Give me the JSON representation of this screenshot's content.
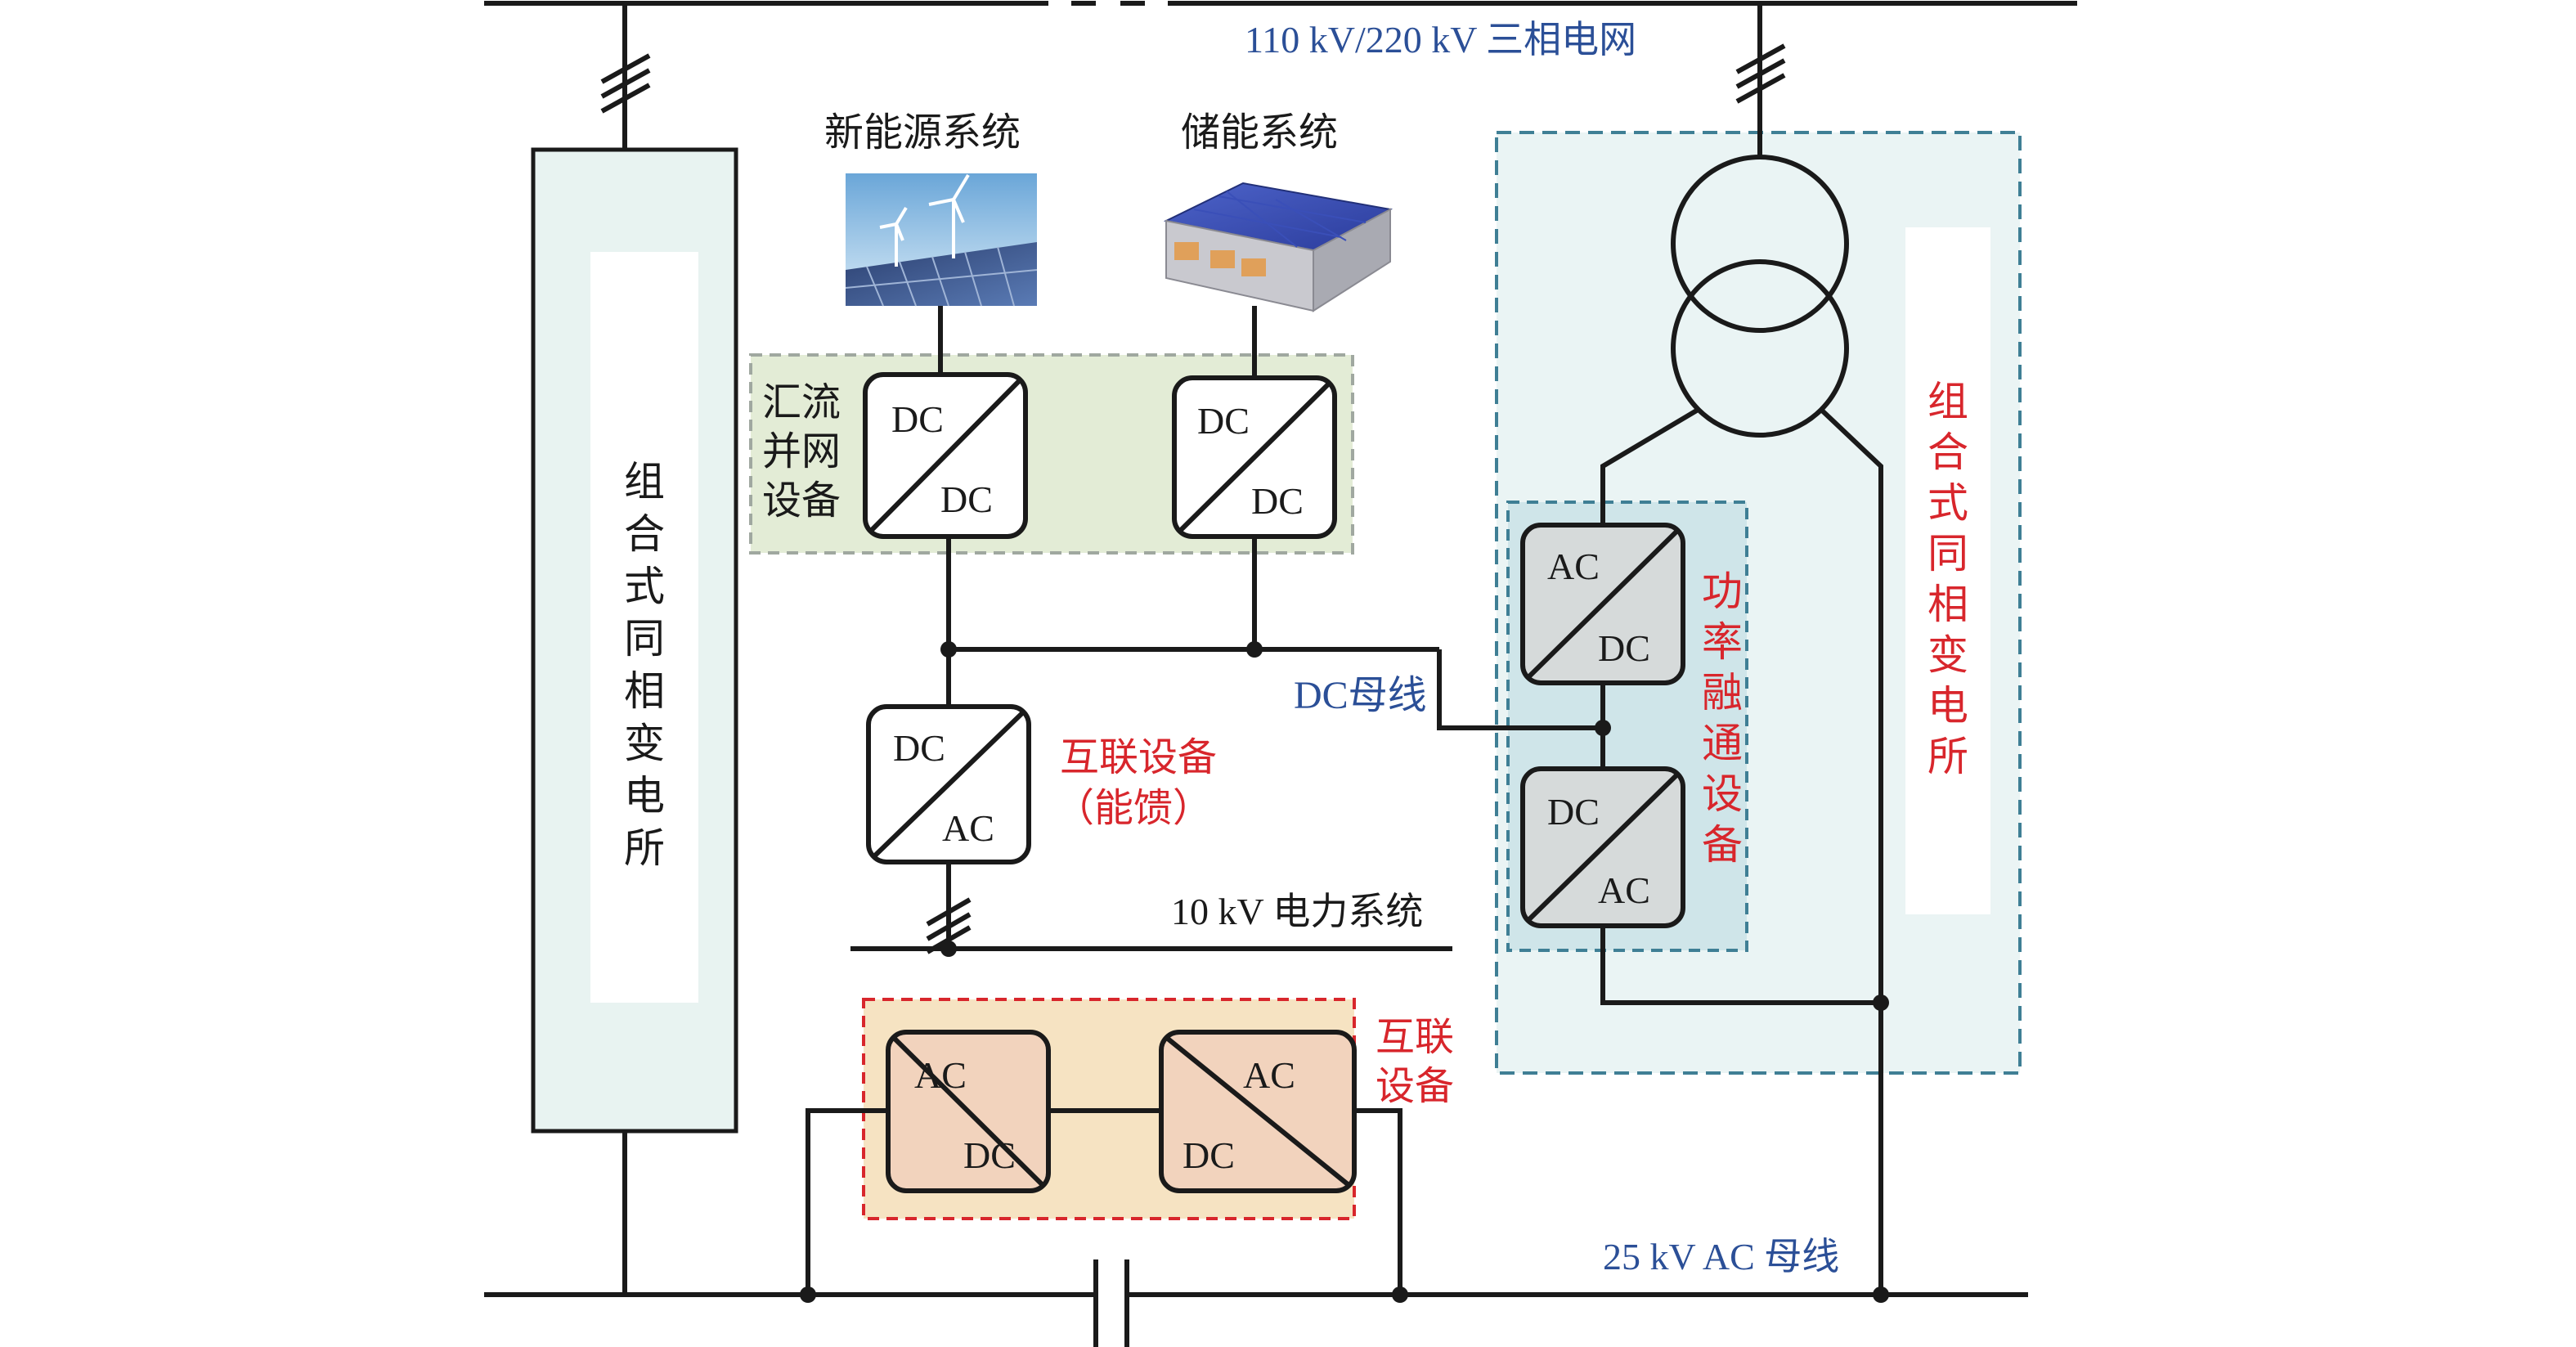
{
  "labels": {
    "grid_110_220": "110 kV/220 kV 三相电网",
    "renewable_system": "新能源系统",
    "storage_system": "储能系统",
    "combiner_device": [
      "汇流",
      "并网",
      "设备"
    ],
    "left_substation": "组合式同相变电所",
    "right_substation": "组合式同相变电所",
    "dc_bus": "DC母线",
    "interconnect_feedback_1": "互联设备",
    "interconnect_feedback_2": "（能馈）",
    "power_system_10kv": "10 kV 电力系统",
    "power_fusion_device": "功率融通设备",
    "interconnect_device": [
      "互联",
      "设备"
    ],
    "ac_bus_25kv": "25 kV AC 母线"
  },
  "converters": {
    "dcdc_renewable": [
      "DC",
      "DC"
    ],
    "dcdc_storage": [
      "DC",
      "DC"
    ],
    "dcac_feedback": [
      "DC",
      "AC"
    ],
    "acdc_fusion": [
      "AC",
      "DC"
    ],
    "dcac_fusion": [
      "DC",
      "AC"
    ],
    "acdc_inter_left": [
      "AC",
      "DC"
    ],
    "acdc_inter_right": [
      "AC",
      "DC"
    ]
  },
  "colors": {
    "blue_text": "#2b4f97",
    "red_text": "#d8262c",
    "green_box": "#e3ecd6",
    "orange_box": "#f7dfc4",
    "teal_box": "#cfe6ec",
    "substation_fill": "#e8f3f1"
  }
}
